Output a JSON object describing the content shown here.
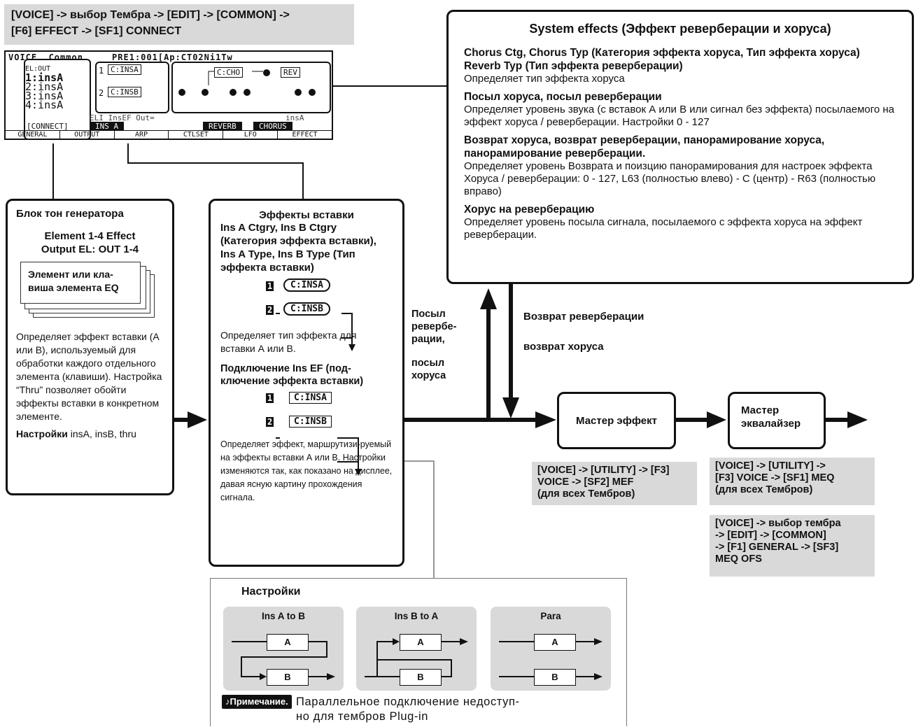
{
  "header_path": {
    "line1": "[VOICE] -> выбор Тембра -> [EDIT] -> [COMMON] ->",
    "line2": "[F6] EFFECT -> [SF1] CONNECT"
  },
  "lcd": {
    "title": "VOICE  Common     PRE1:001[Ap:CT02Ni1Tw",
    "el_out": "EL:OUT",
    "rows": [
      "1:insA",
      "2:insA",
      "3:insA",
      "4:insA"
    ],
    "ins_a": "C:INSA",
    "ins_b": "C:INSB",
    "cho": "C:CHO",
    "rev": "REV",
    "num1": "1",
    "num2": "2",
    "status": "ELI InsEF Out=",
    "status_right": "insA",
    "connect": "[CONNECT]",
    "btn_insa": "INS A",
    "btn_reverb": "REVERB",
    "btn_chorus": "CHORUS",
    "tabs": [
      "GENERAL",
      "OUTPUT",
      "ARP",
      "CTLSET",
      "LFO",
      "EFFECT"
    ]
  },
  "system_effects": {
    "title": "System effects (Эффект реверберации и хоруса)",
    "sections": [
      {
        "heading": "Chorus Ctg, Chorus Typ (Категория эффекта хоруса, Тип эффекта хоруса) Reverb Typ (Тип эффекта реверберации)",
        "text": "Определяет тип эффекта хоруса"
      },
      {
        "heading": "Посыл хоруса, посыл реверберации",
        "text": "Определяет уровень звука (с вставок А или В или сигнал без эффекта) посылаемого на эффект хоруса / реверберации. Настройки 0 - 127"
      },
      {
        "heading": "Возврат хоруса, возврат реверберации, панорамирование хоруса, панорамирование реверберации.",
        "text": "Определяет уровень Возврата и поизцию панорамирования для настроек эффекта Хоруса / реверберации: 0 - 127, L63 (полностью влево) - C (центр) - R63 (полностью вправо)"
      },
      {
        "heading": "Хорус на реверберацию",
        "text": "Определяет уровень посыла сигнала, посылаемого с эффекта хоруса на эффект реверберации."
      }
    ]
  },
  "tone_gen": {
    "title": "Блок тон генератора",
    "subtitle_line1": "Element 1-4 Effect",
    "subtitle_line2": "Output EL: OUT 1-4",
    "card_line1": "Элемент или кла-",
    "card_line2": "виша элемента EQ",
    "desc": "Определяет эффект вставки (А или В), используемый для обработки каждого отдельного элемента (клавиши). Настройка “Thru” позволяет обойти эффекты вставки в конкретном элементе.",
    "settings_label": "Настройки",
    "settings_value": " insA, insB, thru"
  },
  "insert": {
    "title": "Эффекты вставки",
    "subtitle": "Ins A Ctgry, Ins B Ctgry (Категория эффекта вставки), Ins A Type, Ins B Type (Тип эффекта вставки)",
    "ins_a": "C:INSA",
    "ins_b": "C:INSB",
    "num1": "1",
    "num2": "2",
    "desc1": "Определяет тип эффекта для вставки А или В.",
    "connect_title": "Подключение Ins EF (под-ключение эффекта вставки)",
    "desc2": "Определяет эффект, маршрутизи-руемый на эффекты вставки А или В. Настройки изменяются так, как показано на дисплее, давая ясную картину прохождения сигнала."
  },
  "flow": {
    "send": [
      "Посыл",
      "ревербе-",
      "рации,",
      "",
      "посыл",
      "хоруса"
    ],
    "return1": "Возврат реверберации",
    "return2": "возврат хоруса",
    "master_effect": "Мастер эффект",
    "master_eq_line1": "Мастер",
    "master_eq_line2": "эквалайзер"
  },
  "routes": {
    "mef": [
      "[VOICE] -> [UTILITY] -> [F3]",
      "VOICE -> [SF2] MEF",
      "(для всех Тембров)"
    ],
    "meq": [
      "[VOICE] -> [UTILITY] ->",
      "[F3] VOICE -> [SF1] MEQ",
      "(для всех Тембров)"
    ],
    "meq_ofs": [
      "[VOICE] -> выбор тембра",
      "-> [EDIT] -> [COMMON]",
      "-> [F1] GENERAL -> [SF3]",
      "MEQ OFS"
    ]
  },
  "settings_panel": {
    "title": "Настройки",
    "panels": [
      {
        "title": "Ins A to B",
        "a": "A",
        "b": "B"
      },
      {
        "title": "Ins B to A",
        "a": "A",
        "b": "B"
      },
      {
        "title": "Para",
        "a": "A",
        "b": "B"
      }
    ],
    "note_label": "Примечание.",
    "note_line1": "Параллельное подключение недоступ-",
    "note_line2": "но для тембров Plug-in"
  }
}
